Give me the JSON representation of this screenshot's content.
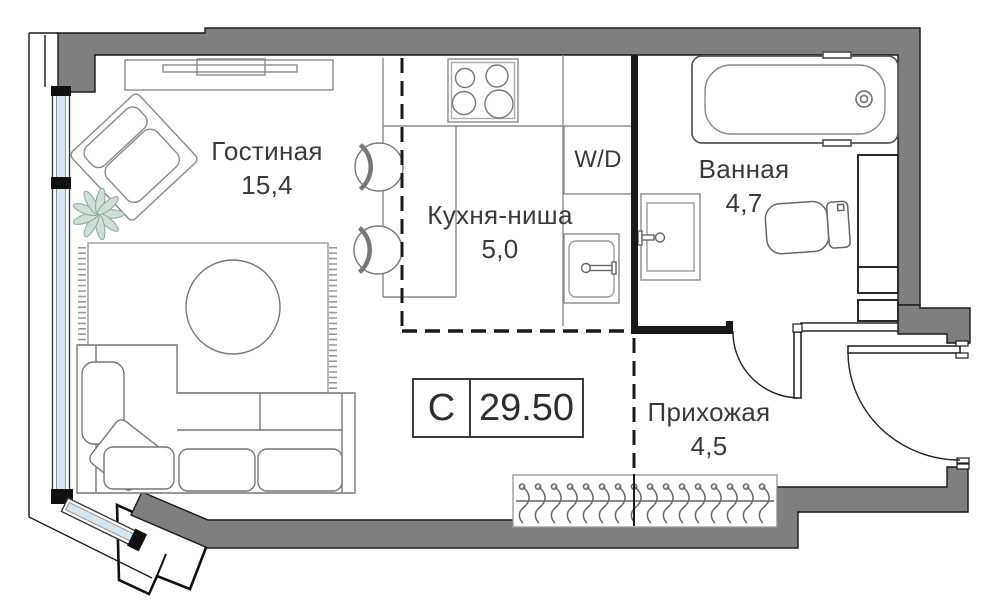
{
  "plan": {
    "rooms": [
      {
        "id": "living",
        "name": "Гостиная",
        "area": "15,4"
      },
      {
        "id": "kitchen",
        "name": "Кухня-ниша",
        "area": "5,0"
      },
      {
        "id": "bathroom",
        "name": "Ванная",
        "area": "4,7"
      },
      {
        "id": "hallway",
        "name": "Прихожая",
        "area": "4,5"
      }
    ],
    "appliances": {
      "washer_dryer_label": "W/D"
    },
    "lot": {
      "type_label": "С",
      "total_area": "29.50"
    },
    "colors": {
      "wall": "#7f7f7f",
      "glass": "#d9e6ee",
      "plant": "#cfdfd5",
      "plant_stroke": "#8fa89b",
      "text": "#3a3a3a"
    }
  }
}
